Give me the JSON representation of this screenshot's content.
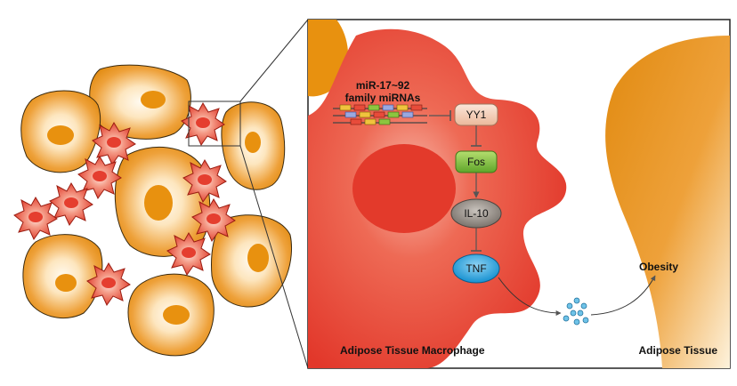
{
  "labels": {
    "mirna_line1": "miR-17~92",
    "mirna_line2": "family miRNAs",
    "yy1": "YY1",
    "fos": "Fos",
    "il10": "IL-10",
    "tnf": "TNF",
    "obesity": "Obesity",
    "macrophage": "Adipose Tissue Macrophage",
    "adipose": "Adipose Tissue"
  },
  "colors": {
    "adipocyte_orange": "#e8910f",
    "adipocyte_light": "#fdf0d8",
    "nucleus_orange": "#e8910f",
    "macrophage_red": "#e53e2f",
    "macrophage_light": "#fbd8cf",
    "yy1_fill": "#f7d9c6",
    "fos_fill": "#8cc63f",
    "il10_fill": "#8c8580",
    "tnf_fill": "#2ba6e1",
    "particle_fill": "#6fc3e8"
  }
}
